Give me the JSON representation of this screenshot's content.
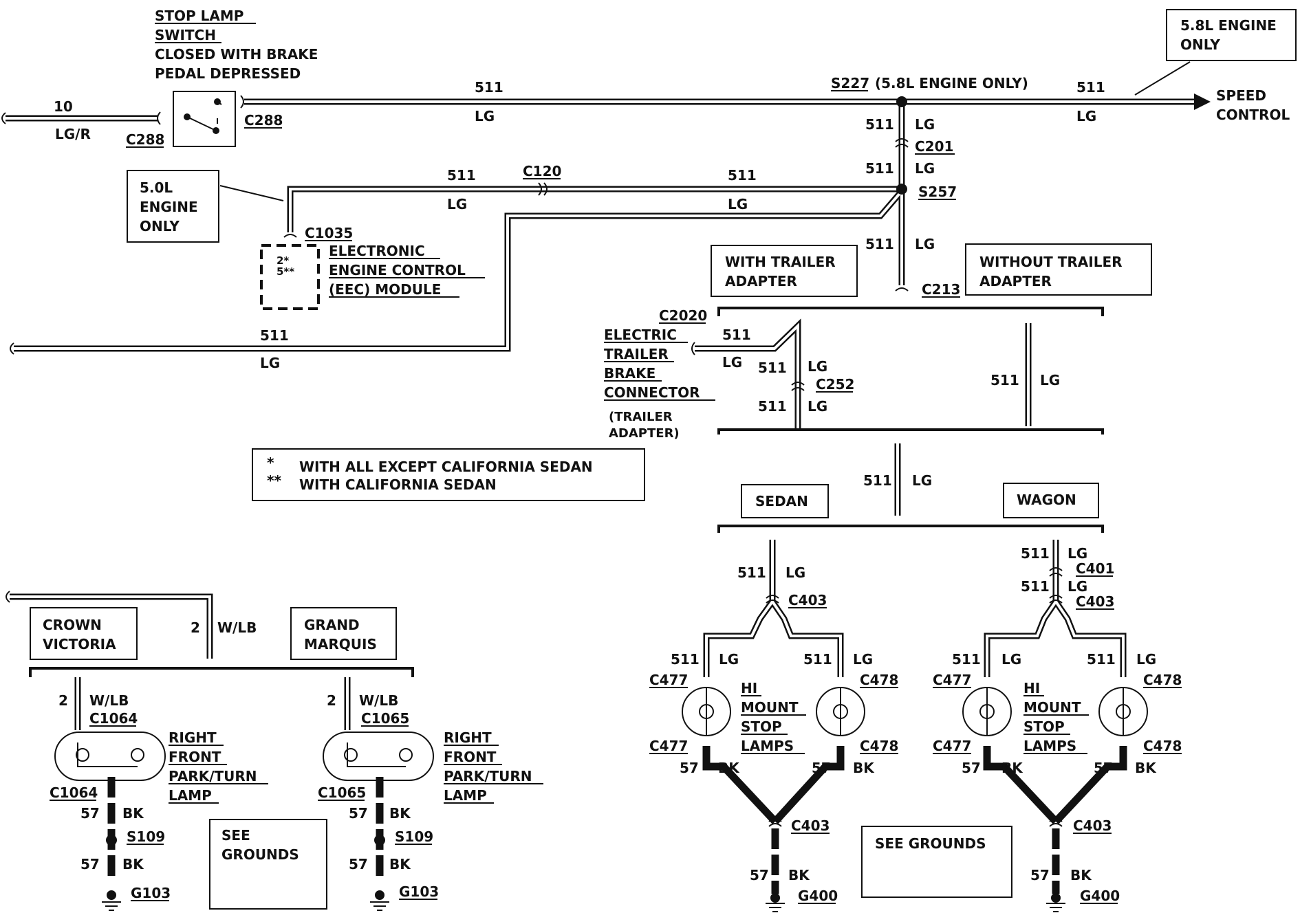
{
  "stop_lamp_switch": {
    "title_1": "STOP LAMP",
    "title_2": "SWITCH",
    "desc_1": "CLOSED WITH BRAKE",
    "desc_2": "PEDAL DEPRESSED"
  },
  "wire_labels": {
    "c10": "10",
    "lgr": "LG/R",
    "c511": "511",
    "lg": "LG",
    "c57": "57",
    "bk": "BK",
    "c2": "2",
    "wlb": "W/LB"
  },
  "connectors": {
    "c288": "C288",
    "c120": "C120",
    "c1035": "C1035",
    "c201": "C201",
    "c213": "C213",
    "c2020": "C2020",
    "c252": "C252",
    "c403": "C403",
    "c401": "C401",
    "c477": "C477",
    "c478": "C478",
    "c1064": "C1064",
    "c1065": "C1065"
  },
  "splices": {
    "s227": "S227",
    "s227_note": "(5.8L ENGINE ONLY)",
    "s257": "S257",
    "s109": "S109"
  },
  "grounds": {
    "g103": "G103",
    "g400": "G400"
  },
  "boxes": {
    "engine_58_1": "5.8L ENGINE",
    "engine_58_2": "ONLY",
    "engine_50_1": "5.0L",
    "engine_50_2": "ENGINE",
    "engine_50_3": "ONLY",
    "with_trailer_1": "WITH TRAILER",
    "with_trailer_2": "ADAPTER",
    "without_trailer_1": "WITHOUT TRAILER",
    "without_trailer_2": "ADAPTER",
    "sedan": "SEDAN",
    "wagon": "WAGON",
    "crown_1": "CROWN",
    "crown_2": "VICTORIA",
    "grand_1": "GRAND",
    "grand_2": "MARQUIS",
    "see_1": "SEE",
    "see_2": "GROUNDS",
    "see_grounds": "SEE GROUNDS"
  },
  "speed_control_1": "SPEED",
  "speed_control_2": "CONTROL",
  "eec": {
    "line_1": "ELECTRONIC",
    "line_2": "ENGINE CONTROL",
    "line_3": "(EEC) MODULE",
    "pin_1": "2*",
    "pin_2": "5**"
  },
  "trailer_connector": {
    "line_1": "ELECTRIC",
    "line_2": "TRAILER",
    "line_3": "BRAKE",
    "line_4": "CONNECTOR",
    "line_5": "(TRAILER",
    "line_6": "ADAPTER)"
  },
  "legend": {
    "m1": "*",
    "item_1": "WITH ALL EXCEPT CALIFORNIA SEDAN",
    "m2": "**",
    "item_2": "WITH CALIFORNIA SEDAN"
  },
  "hi_mount": {
    "line_1": "HI",
    "line_2": "MOUNT",
    "line_3": "STOP",
    "line_4": "LAMPS"
  },
  "park_turn": {
    "line_1": "RIGHT",
    "line_2": "FRONT",
    "line_3": "PARK/TURN",
    "line_4": "LAMP"
  }
}
